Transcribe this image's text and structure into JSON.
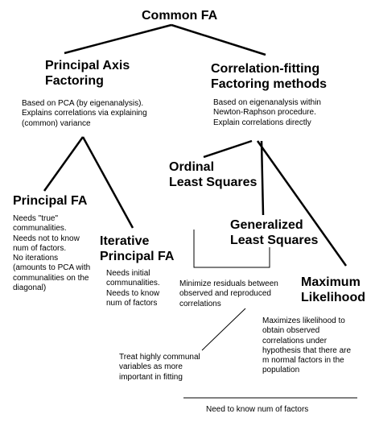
{
  "nodes": {
    "root": "Common FA",
    "paf": "Principal Axis\nFactoring",
    "paf_desc": "Based on PCA (by eigenanalysis).\nExplains correlations via explaining\n(common) variance",
    "cff": "Correlation-fitting\nFactoring methods",
    "cff_desc": "Based on eigenanalysis within\nNewton-Raphson procedure.\nExplain correlations directly",
    "pfa": "Principal FA",
    "pfa_desc": "Needs \"true\"\ncommunalities.\nNeeds not to know\nnum of factors.\nNo iterations\n(amounts to PCA with\ncommunalities on the\ndiagonal)",
    "ipfa": "Iterative\nPrincipal FA",
    "ipfa_desc": "Needs initial\ncommunalities.\nNeeds to know\nnum of factors",
    "ols": "Ordinal\nLeast Squares",
    "gls": "Generalized\nLeast Squares",
    "ls_note": "Minimize residuals between\nobserved and reproduced\ncorrelations",
    "gls_note": "Treat highly communal\nvariables as more\nimportant in fitting",
    "ml": "Maximum\nLikelihood",
    "ml_desc": "Maximizes likelihood to\nobtain observed\ncorrelations under\nhypothesis that there are\nm normal factors in the\npopulation",
    "footer": "Need to know num of factors"
  }
}
